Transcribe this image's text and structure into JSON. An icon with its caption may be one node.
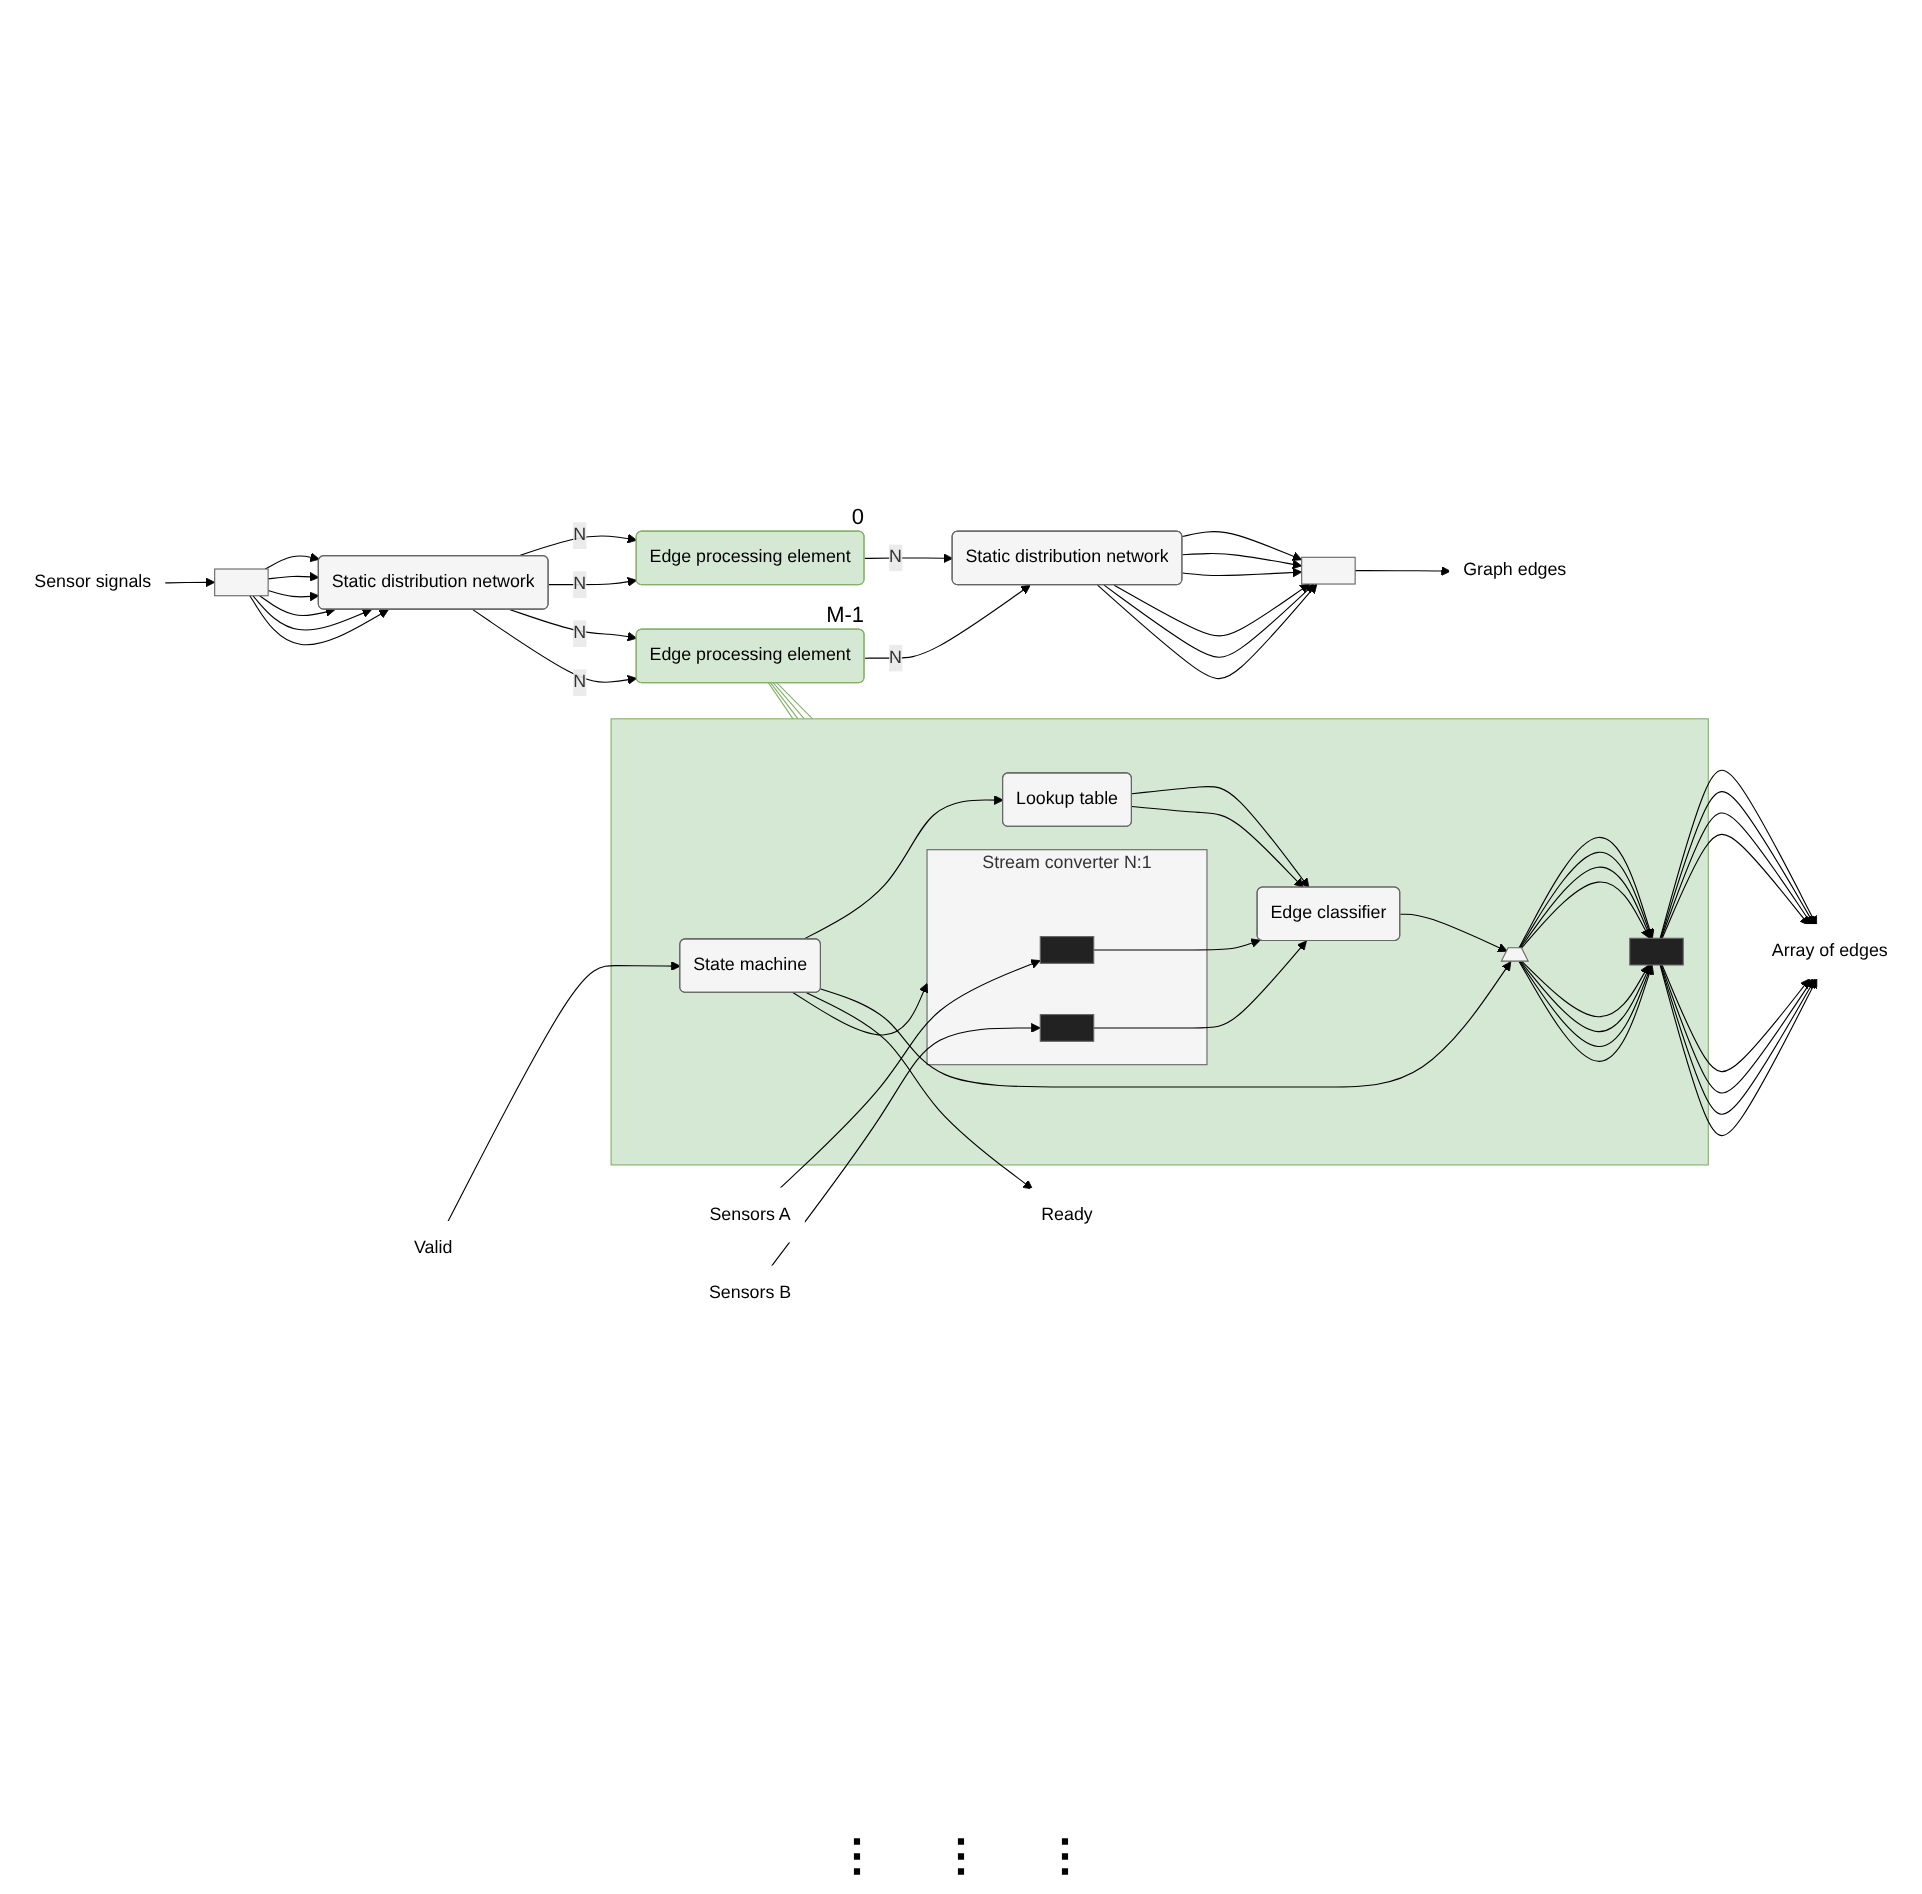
{
  "diagram": {
    "nodes": [
      {
        "text": [
          "Sensor signals"
        ]
      },
      {
        "text": [],
        "shape": "bar"
      },
      {
        "text": [
          "Static distribution network"
        ]
      },
      {
        "text": [
          "Edge processing element"
        ],
        "beside": [
          "0"
        ]
      },
      {
        "text": [
          "Edge processing element"
        ],
        "beside": [
          "M-1"
        ]
      },
      {
        "text": [
          "Static distribution network"
        ]
      },
      {
        "text": [],
        "shape": "bar"
      },
      {
        "text": [
          "Graph edges"
        ]
      },
      {
        "text": [],
        "shape": "box"
      },
      {
        "text": [
          "Stream converter N:1"
        ],
        "in": 8
      },
      {
        "text": [
          "Edge classifier"
        ],
        "in": 8
      },
      {
        "text": [
          "Lookup table"
        ],
        "in": 8
      },
      {
        "text": [
          "State machine"
        ],
        "in": 8
      },
      {
        "text": [],
        "shape": "trapezoid",
        "in": 8
      },
      {
        "text": [
          "Sensors A"
        ]
      },
      {
        "text": [
          "Sensors B"
        ]
      },
      {
        "text": [
          "Valid"
        ]
      },
      {
        "text": [
          "Ready"
        ]
      },
      {
        "text": [
          "Array of edges"
        ]
      },
      {
        "text": [],
        "shape": "bar",
        "in": 9
      },
      {
        "text": [],
        "shape": "bar",
        "in": 9
      },
      {
        "text": [],
        "shape": "bar",
        "in": 8
      }
    ],
    "edges": [
      {
        "from": 0,
        "to": 1,
        "arrow": "to"
      },
      {
        "from": 1,
        "to": 2,
        "arrow": "to"
      },
      {
        "from": 1,
        "to": 2,
        "arrow": "to"
      },
      {
        "from": 1,
        "to": 2,
        "arrow": "to"
      },
      {
        "from": 1,
        "to": 2,
        "arrow": "to"
      },
      {
        "from": 1,
        "to": 2,
        "arrow": "to"
      },
      {
        "from": 1,
        "to": 2,
        "arrow": "to"
      },
      {
        "from": 2,
        "to": 3,
        "label": "N",
        "arrow": "to"
      },
      {
        "from": 2,
        "to": 3,
        "label": "N",
        "arrow": "to"
      },
      {
        "from": 2,
        "to": 4,
        "label": "N",
        "arrow": "to"
      },
      {
        "from": 2,
        "to": 4,
        "label": "N",
        "arrow": "to"
      },
      {
        "from": 3,
        "to": 5,
        "label": "N",
        "arrow": "to"
      },
      {
        "from": 4,
        "to": 5,
        "label": "N",
        "arrow": "to"
      },
      {
        "from": 5,
        "to": 6,
        "arrow": "to"
      },
      {
        "from": 5,
        "to": 6,
        "arrow": "to"
      },
      {
        "from": 5,
        "to": 6,
        "arrow": "to"
      },
      {
        "from": 5,
        "to": 6,
        "arrow": "to"
      },
      {
        "from": 5,
        "to": 6,
        "arrow": "to"
      },
      {
        "from": 5,
        "to": 6,
        "arrow": "to"
      },
      {
        "from": 6,
        "to": 7,
        "arrow": "to"
      },
      {
        "from": 4,
        "to": 8,
        "arrow": "none",
        "color": "#82b366"
      },
      {
        "from": 4,
        "to": 8,
        "arrow": "none",
        "color": "#82b366"
      },
      {
        "from": 4,
        "to": 8,
        "arrow": "none",
        "color": "#82b366"
      },
      {
        "from": 4,
        "to": 8,
        "arrow": "none",
        "color": "#82b366"
      },
      {
        "from": 14,
        "to": 19,
        "arrow": "to"
      },
      {
        "from": 15,
        "to": 20,
        "arrow": "to"
      },
      {
        "from": 19,
        "to": 10,
        "arrow": "to"
      },
      {
        "from": 20,
        "to": 10,
        "arrow": "to"
      },
      {
        "from": 11,
        "to": 10,
        "arrow": "to"
      },
      {
        "from": 11,
        "to": 10,
        "arrow": "to"
      },
      {
        "from": 10,
        "to": 13,
        "arrow": "to"
      },
      {
        "from": 13,
        "to": 21,
        "arrow": "to"
      },
      {
        "from": 13,
        "to": 21,
        "arrow": "to"
      },
      {
        "from": 13,
        "to": 21,
        "arrow": "to"
      },
      {
        "from": 13,
        "to": 21,
        "arrow": "to"
      },
      {
        "from": 13,
        "to": 21,
        "arrow": "to"
      },
      {
        "from": 13,
        "to": 21,
        "arrow": "to"
      },
      {
        "from": 13,
        "to": 21,
        "arrow": "to"
      },
      {
        "from": 13,
        "to": 21,
        "arrow": "to"
      },
      {
        "from": 21,
        "to": 18,
        "arrow": "to"
      },
      {
        "from": 21,
        "to": 18,
        "arrow": "to"
      },
      {
        "from": 21,
        "to": 18,
        "arrow": "to"
      },
      {
        "from": 21,
        "to": 18,
        "arrow": "to"
      },
      {
        "from": 21,
        "to": 18,
        "arrow": "to"
      },
      {
        "from": 21,
        "to": 18,
        "arrow": "to"
      },
      {
        "from": 21,
        "to": 18,
        "arrow": "to"
      },
      {
        "from": 21,
        "to": 18,
        "arrow": "to"
      },
      {
        "from": 16,
        "to": 12,
        "arrow": "to"
      },
      {
        "from": 12,
        "to": 9,
        "arrow": "to"
      },
      {
        "from": 12,
        "to": 11,
        "arrow": "to"
      },
      {
        "from": 12,
        "to": 13,
        "arrow": "to"
      },
      {
        "from": 12,
        "to": 17,
        "arrow": "to"
      }
    ],
    "labels": [
      "⋮",
      "⋮",
      "⋮"
    ]
  }
}
